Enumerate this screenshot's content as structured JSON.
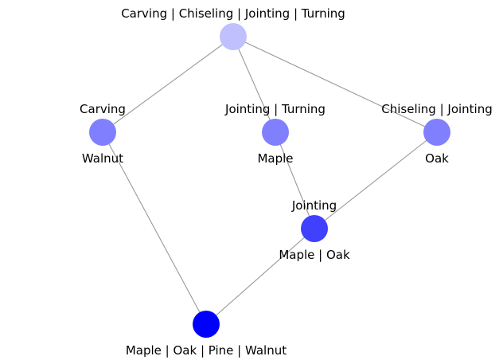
{
  "diagram": {
    "type": "concept-lattice",
    "nodes": [
      {
        "id": "top",
        "top_label": "Carving | Chiseling | Jointing | Turning",
        "bottom_label": "",
        "color": "#c0c0ff"
      },
      {
        "id": "n1",
        "top_label": "Carving",
        "bottom_label": "Walnut",
        "color": "#8080ff"
      },
      {
        "id": "n2",
        "top_label": "Jointing | Turning",
        "bottom_label": "Maple",
        "color": "#8080ff"
      },
      {
        "id": "n3",
        "top_label": "Chiseling | Jointing",
        "bottom_label": "Oak",
        "color": "#8080ff"
      },
      {
        "id": "n4",
        "top_label": "Jointing",
        "bottom_label": "Maple | Oak",
        "color": "#4040ff"
      },
      {
        "id": "bottom",
        "top_label": "",
        "bottom_label": "Maple | Oak | Pine | Walnut",
        "color": "#0000ff"
      }
    ],
    "edges": [
      [
        "top",
        "n1"
      ],
      [
        "top",
        "n2"
      ],
      [
        "top",
        "n3"
      ],
      [
        "n2",
        "n4"
      ],
      [
        "n3",
        "n4"
      ],
      [
        "n1",
        "bottom"
      ],
      [
        "n4",
        "bottom"
      ]
    ],
    "edge_color": "#999999"
  }
}
